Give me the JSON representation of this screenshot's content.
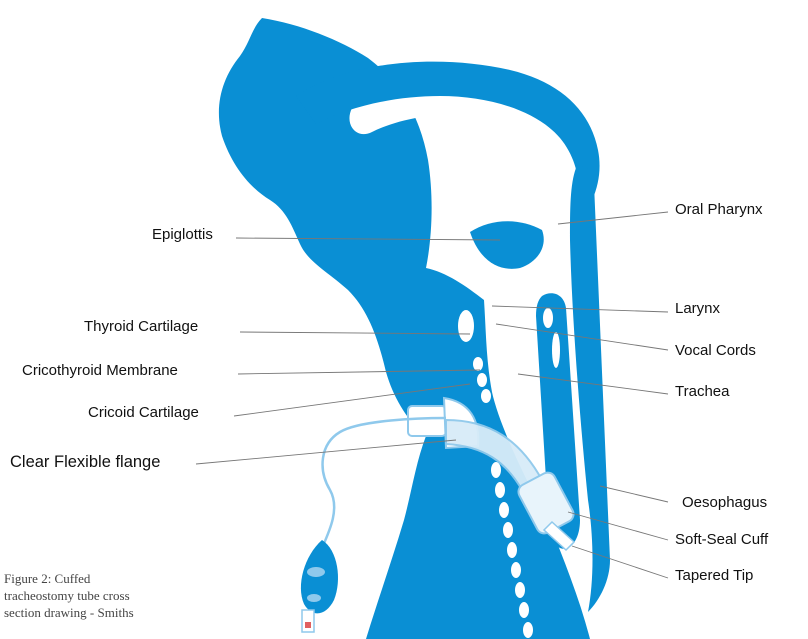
{
  "labels": {
    "oral_pharynx": "Oral Pharynx",
    "epiglottis": "Epiglottis",
    "larynx": "Larynx",
    "thyroid_cartilage": "Thyroid Cartilage",
    "vocal_cords": "Vocal Cords",
    "cricothyroid_membrane": "Cricothyroid Membrane",
    "trachea": "Trachea",
    "cricoid_cartilage": "Cricoid Cartilage",
    "clear_flexible_flange": "Clear Flexible flange",
    "oesophagus": "Oesophagus",
    "soft_seal_cuff": "Soft-Seal Cuff",
    "tapered_tip": "Tapered Tip"
  },
  "caption": "Figure 2: Cuffed tracheostomy tube cross section drawing - Smiths",
  "colors": {
    "anatomy": "#0a8fd4",
    "tube": "#8fc9ec",
    "leader": "#777777"
  }
}
